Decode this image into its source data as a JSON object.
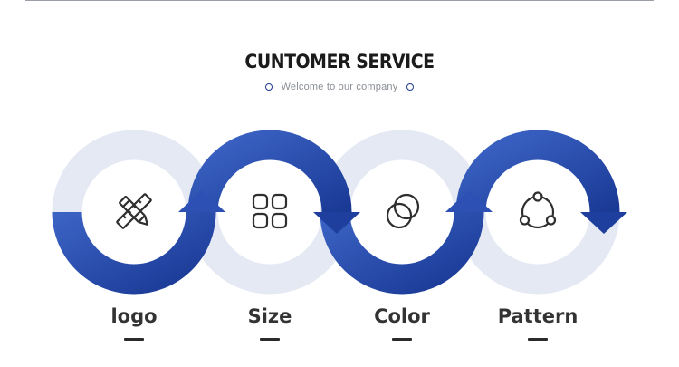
{
  "header": {
    "title": "CUNTOMER SERVICE",
    "subtitle": "Welcome to our company"
  },
  "steps": [
    {
      "label": "logo",
      "icon": "pencil-ruler-icon"
    },
    {
      "label": "Size",
      "icon": "four-squares-icon"
    },
    {
      "label": "Color",
      "icon": "overlapping-circles-icon"
    },
    {
      "label": "Pattern",
      "icon": "connected-nodes-icon"
    }
  ],
  "colors": {
    "accent_dark": "#1b3a96",
    "accent_light": "#3b63c4",
    "pale_ring": "#e4e9f4",
    "icon_stroke": "#2e2e2e"
  }
}
